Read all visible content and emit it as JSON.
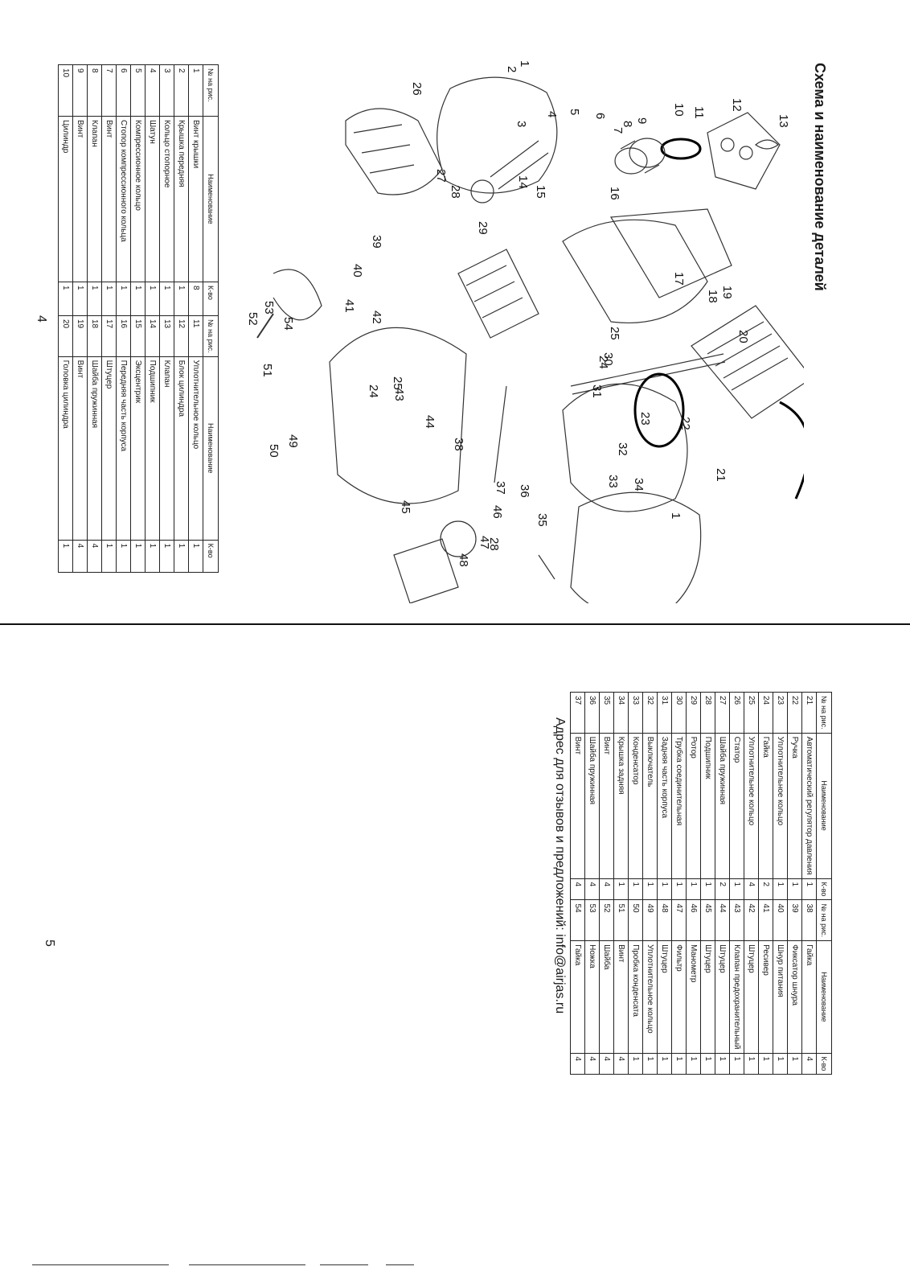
{
  "title": "Схема и наименование деталей",
  "page_numbers": {
    "left": "4",
    "right": "5"
  },
  "contact": "Адрес для отзывов и предложений: info@airjas.ru",
  "table_headers": {
    "num": "№ на рис.",
    "name": "Наименование",
    "qty": "К-во"
  },
  "table1_rows": [
    [
      "1",
      "Винт крышки",
      "8",
      "11",
      "Уплотнительное кольцо",
      "1"
    ],
    [
      "2",
      "Крышка передняя",
      "1",
      "12",
      "Блок цилиндра",
      "1"
    ],
    [
      "3",
      "Кольцо стопорное",
      "1",
      "13",
      "Клапан",
      "1"
    ],
    [
      "4",
      "Шатун",
      "1",
      "14",
      "Подшипник",
      "1"
    ],
    [
      "5",
      "Компрессионное кольцо",
      "1",
      "15",
      "Эксцентрик",
      "1"
    ],
    [
      "6",
      "Стопор компрессионного кольца",
      "1",
      "16",
      "Передняя часть корпуса",
      "1"
    ],
    [
      "7",
      "Винт",
      "1",
      "17",
      "Штуцер",
      "1"
    ],
    [
      "8",
      "Клапан",
      "1",
      "18",
      "Шайба пружинная",
      "4"
    ],
    [
      "9",
      "Винт",
      "1",
      "19",
      "Винт",
      "4"
    ],
    [
      "10",
      "Цилиндр",
      "1",
      "20",
      "Головка цилиндра",
      "1"
    ]
  ],
  "table2_rows": [
    [
      "21",
      "Автоматический регулятор давления",
      "1",
      "38",
      "Гайка",
      "4"
    ],
    [
      "22",
      "Ручка",
      "1",
      "39",
      "Фиксатор шнура",
      "1"
    ],
    [
      "23",
      "Уплотнительное кольцо",
      "1",
      "40",
      "Шнур питания",
      "1"
    ],
    [
      "24",
      "Гайка",
      "2",
      "41",
      "Ресивер",
      "1"
    ],
    [
      "25",
      "Уплотнительное кольцо",
      "4",
      "42",
      "Штуцер",
      "1"
    ],
    [
      "26",
      "Статор",
      "1",
      "43",
      "Клапан предохранительный",
      "1"
    ],
    [
      "27",
      "Шайба пружинная",
      "2",
      "44",
      "Штуцер",
      "1"
    ],
    [
      "28",
      "Подшипник",
      "1",
      "45",
      "Штуцер",
      "1"
    ],
    [
      "29",
      "Ротор",
      "1",
      "46",
      "Манометр",
      "1"
    ],
    [
      "30",
      "Трубка соединительная",
      "1",
      "47",
      "Фильтр",
      "1"
    ],
    [
      "31",
      "Задняя часть корпуса",
      "1",
      "48",
      "Штуцер",
      "1"
    ],
    [
      "32",
      "Выключатель",
      "1",
      "49",
      "Уплотнительное кольцо",
      "1"
    ],
    [
      "33",
      "Конденсатор",
      "1",
      "50",
      "Пробка конденсата",
      "1"
    ],
    [
      "34",
      "Крышка задняя",
      "1",
      "51",
      "Винт",
      "4"
    ],
    [
      "35",
      "Винт",
      "4",
      "52",
      "Шайба",
      "4"
    ],
    [
      "36",
      "Шайба пружинная",
      "4",
      "53",
      "Ножка",
      "4"
    ],
    [
      "37",
      "Винт",
      "4",
      "54",
      "Гайка",
      "4"
    ]
  ],
  "callouts": [
    {
      "label": "1"
    },
    {
      "label": "2"
    },
    {
      "label": "3"
    },
    {
      "label": "4"
    },
    {
      "label": "5"
    },
    {
      "label": "6"
    },
    {
      "label": "7"
    },
    {
      "label": "8"
    },
    {
      "label": "9"
    },
    {
      "label": "10"
    },
    {
      "label": "11"
    },
    {
      "label": "12"
    },
    {
      "label": "13"
    },
    {
      "label": "14"
    },
    {
      "label": "15"
    },
    {
      "label": "16"
    },
    {
      "label": "17"
    },
    {
      "label": "18"
    },
    {
      "label": "19"
    },
    {
      "label": "20"
    },
    {
      "label": "21"
    },
    {
      "label": "22"
    },
    {
      "label": "23"
    },
    {
      "label": "24"
    },
    {
      "label": "25"
    },
    {
      "label": "26"
    },
    {
      "label": "27"
    },
    {
      "label": "28"
    },
    {
      "label": "29"
    },
    {
      "label": "30"
    },
    {
      "label": "31"
    },
    {
      "label": "32"
    },
    {
      "label": "33"
    },
    {
      "label": "34"
    },
    {
      "label": "35"
    },
    {
      "label": "36"
    },
    {
      "label": "37"
    },
    {
      "label": "38"
    },
    {
      "label": "39"
    },
    {
      "label": "40"
    },
    {
      "label": "41"
    },
    {
      "label": "42"
    },
    {
      "label": "43"
    },
    {
      "label": "44"
    },
    {
      "label": "45"
    },
    {
      "label": "46"
    },
    {
      "label": "47"
    },
    {
      "label": "48"
    },
    {
      "label": "49"
    },
    {
      "label": "50"
    },
    {
      "label": "51"
    },
    {
      "label": "52"
    },
    {
      "label": "53"
    },
    {
      "label": "54"
    },
    {
      "label": "1"
    },
    {
      "label": "24"
    },
    {
      "label": "25"
    },
    {
      "label": "28"
    }
  ]
}
